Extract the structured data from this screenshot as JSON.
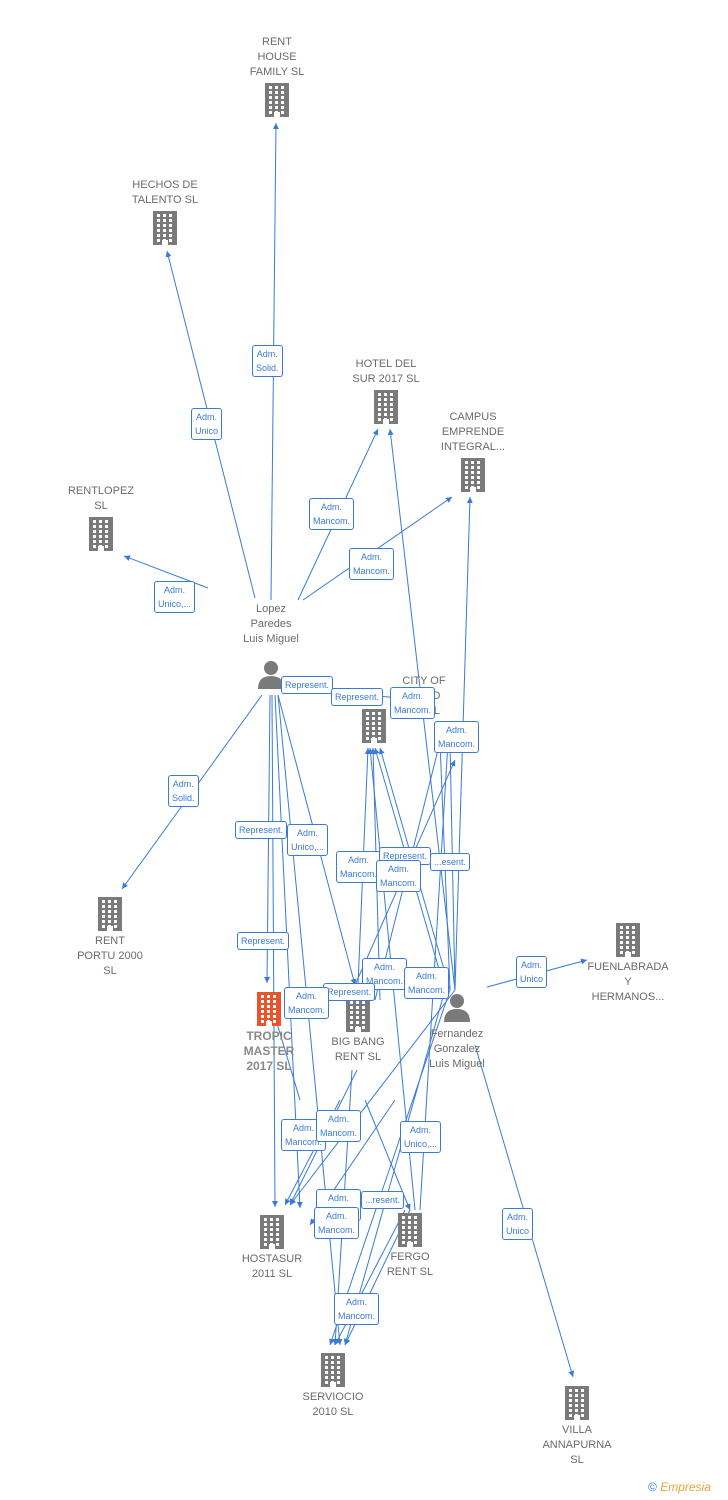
{
  "colors": {
    "edge": "#3a7bd5",
    "company": "#7a7a7a",
    "company_highlight": "#e8552b",
    "person": "#7a7a7a",
    "text": "#6b6b6b"
  },
  "companies": [
    {
      "id": "rent-house",
      "label": "RENT\nHOUSE\nFAMILY SL"
    },
    {
      "id": "hechos",
      "label": "HECHOS DE\nTALENTO  SL"
    },
    {
      "id": "hotel-sur",
      "label": "HOTEL DEL\nSUR 2017  SL"
    },
    {
      "id": "campus",
      "label": "CAMPUS\nEMPRENDE\nINTEGRAL..."
    },
    {
      "id": "rentlopez",
      "label": "RENTLOPEZ\nSL"
    },
    {
      "id": "city-of",
      "label": "CITY OF\n...UND\n...0 SL"
    },
    {
      "id": "rent-portu",
      "label": "RENT\nPORTU 2000\nSL"
    },
    {
      "id": "fuenlabrada",
      "label": "FUENLABRADA\nY\nHERMANOS..."
    },
    {
      "id": "tropic",
      "label": "TROPIC\nMASTER\n2017  SL",
      "highlight": true
    },
    {
      "id": "big-bang",
      "label": "BIG BANG\nRENT  SL"
    },
    {
      "id": "hostasur",
      "label": "HOSTASUR\n2011 SL"
    },
    {
      "id": "fergo",
      "label": "FERGO\nRENT  SL"
    },
    {
      "id": "serviocio",
      "label": "SERVIOCIO\n2010 SL"
    },
    {
      "id": "villa",
      "label": "VILLA\nANNAPURNA\nSL"
    }
  ],
  "persons": [
    {
      "id": "lopez",
      "label": "Lopez\nParedes\nLuis Miguel"
    },
    {
      "id": "fernandez",
      "label": "Fernandez\nGonzalez\nLuis Miguel"
    }
  ],
  "edge_labels": [
    "Adm.\nSolid.",
    "Adm.\nUnico",
    "Adm.\nMancom.",
    "Adm.\nMancom.",
    "Adm.\nUnico,...",
    "Represent.",
    "Represent.",
    "Adm.\nMancom.",
    "Adm.\nMancom.",
    "Adm.\nSolid.",
    "Represent.",
    "Adm.\nUnico,...",
    "Adm.\nMancom.",
    "Represent.",
    "Adm.\nMancom.",
    "...esent.",
    "Represent.",
    "Adm.\nMancom.",
    "Adm.\nMancom.",
    "Represent.",
    "Adm.\nMancom.",
    "Adm.\nUnico",
    "Adm.\nMancom.",
    "Adm.\nMancom.",
    "Adm.\nUnico,...",
    "Adm.\nMancom.",
    "...resent.",
    "Adm.\nMancom.",
    "Adm.\nMancom.",
    "Adm.\nUnico"
  ],
  "copyright": {
    "symbol": "©",
    "brand": "Empresia"
  }
}
